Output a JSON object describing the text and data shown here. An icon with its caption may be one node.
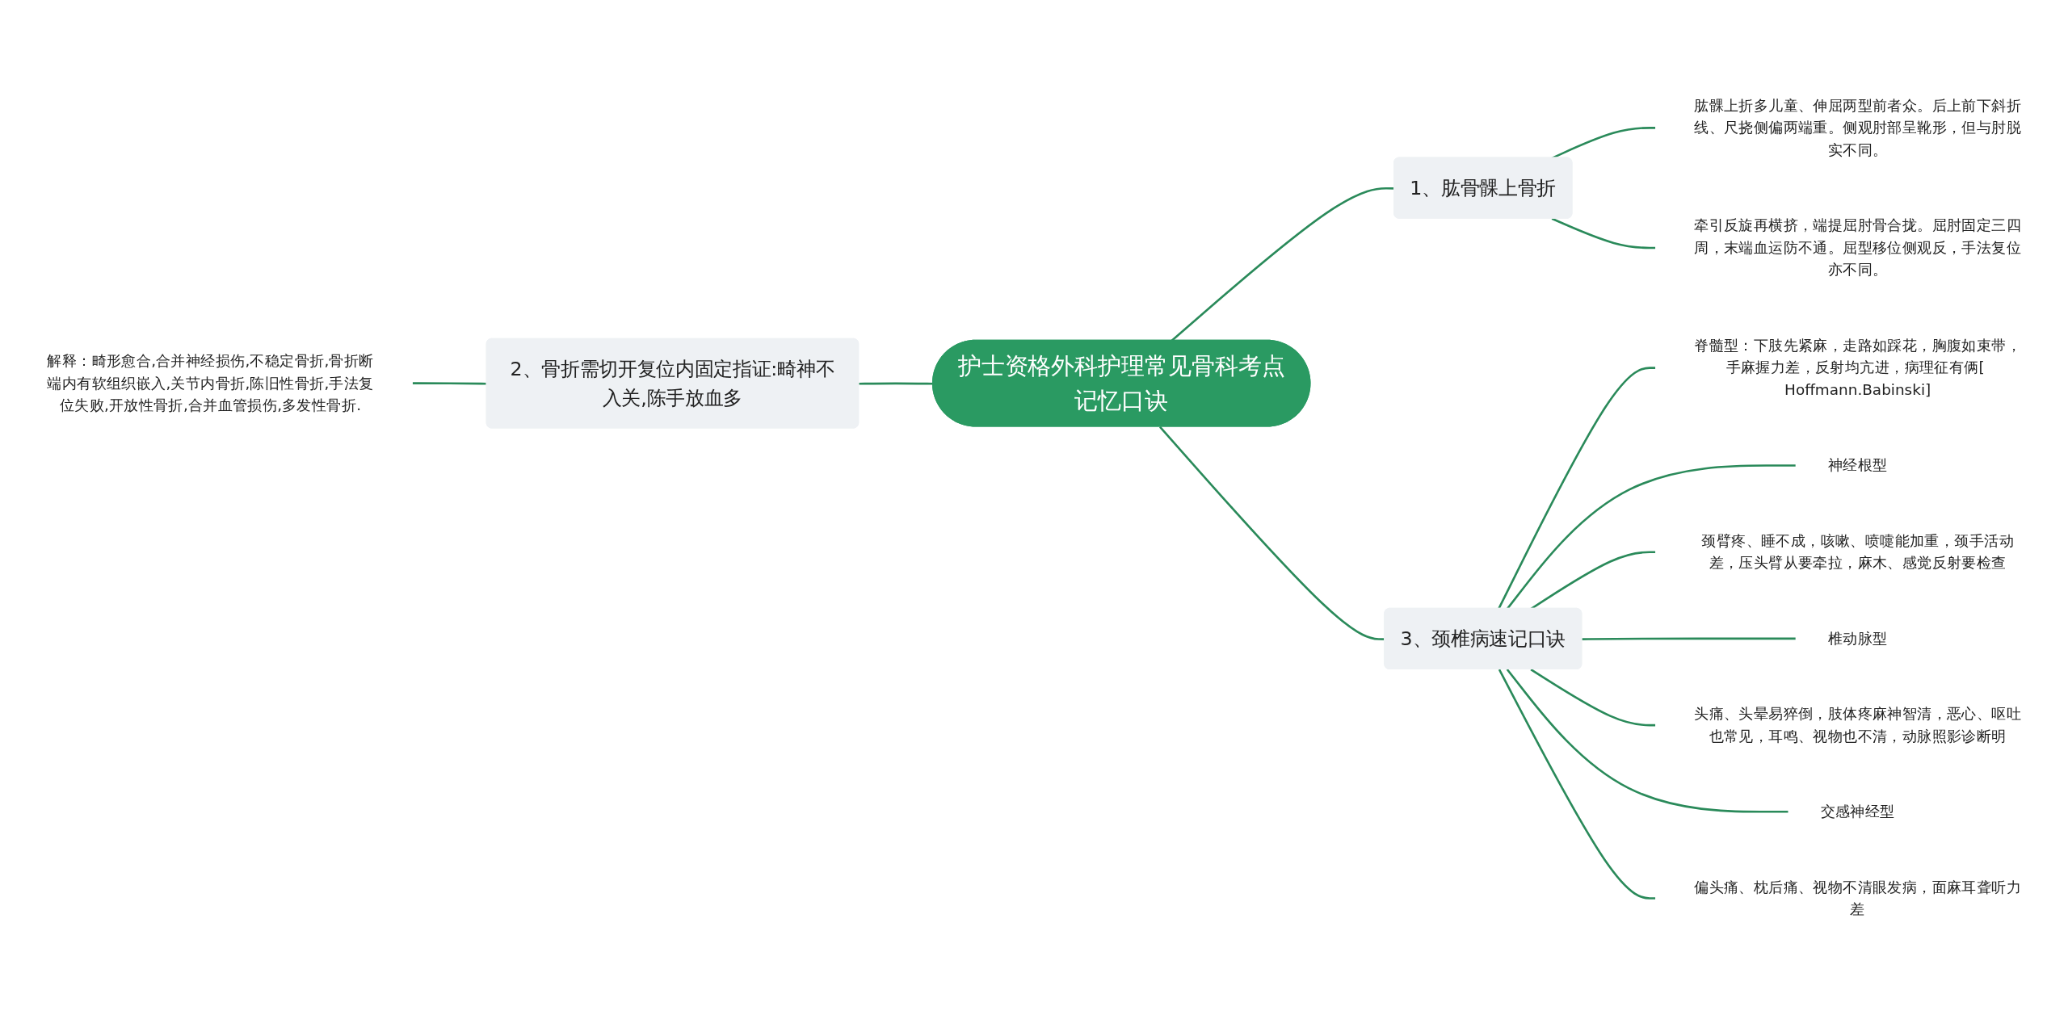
{
  "diagram": {
    "nodes": [
      {
        "text": [
          "护士资格外科护理常见骨科考点记忆口诀"
        ]
      },
      {
        "text": [
          "1、肱骨髁上骨折"
        ]
      },
      {
        "text": [
          "肱髁上折多儿童、伸屈两型前者众。后上前下斜折线、尺挠侧偏两端重。侧观肘部呈靴形，但与肘脱实不同。"
        ]
      },
      {
        "text": [
          "牵引反旋再横挤，端提屈肘骨合拢。屈肘固定三四周，末端血运防不通。屈型移位侧观反，手法复位亦不同。"
        ]
      },
      {
        "text": [
          "2、骨折需切开复位内固定指证:畸神不入关,陈手放血多"
        ]
      },
      {
        "text": [
          "解释：畸形愈合,合并神经损伤,不稳定骨折,骨折断端内有软组织嵌入,关节内骨折,陈旧性骨折,手法复位失败,开放性骨折,合并血管损伤,多发性骨折."
        ]
      },
      {
        "text": [
          "3、颈椎病速记口诀"
        ]
      },
      {
        "text": [
          "脊髓型：下肢先紧麻，走路如踩花，胸腹如束带，手麻握力差，反射均亢进，病理征有俩[ Hoffmann.Babinski]"
        ]
      },
      {
        "text": [
          "神经根型"
        ]
      },
      {
        "text": [
          "颈臂疼、睡不成，咳嗽、喷嚏能加重，颈手活动差，压头臂从要牵拉，麻木、感觉反射要检查"
        ]
      },
      {
        "text": [
          "椎动脉型"
        ]
      },
      {
        "text": [
          "头痛、头晕易猝倒，肢体疼麻神智清，恶心、呕吐也常见，耳鸣、视物也不清，动脉照影诊断明"
        ]
      },
      {
        "text": [
          "交感神经型"
        ]
      },
      {
        "text": [
          "偏头痛、枕后痛、视物不清眼发病，面麻耳聋听力差"
        ]
      }
    ],
    "edges": [
      {
        "from": 5,
        "to": 4,
        "arrow": "none"
      },
      {
        "from": 4,
        "to": 0,
        "arrow": "none"
      },
      {
        "from": 0,
        "to": 1,
        "arrow": "none"
      },
      {
        "from": 1,
        "to": 2,
        "arrow": "none"
      },
      {
        "from": 1,
        "to": 3,
        "arrow": "none"
      },
      {
        "from": 0,
        "to": 6,
        "arrow": "none"
      },
      {
        "from": 6,
        "to": 7,
        "arrow": "none"
      },
      {
        "from": 6,
        "to": 8,
        "arrow": "none"
      },
      {
        "from": 6,
        "to": 9,
        "arrow": "none"
      },
      {
        "from": 6,
        "to": 10,
        "arrow": "none"
      },
      {
        "from": 6,
        "to": 11,
        "arrow": "none"
      },
      {
        "from": 6,
        "to": 12,
        "arrow": "none"
      },
      {
        "from": 6,
        "to": 13,
        "arrow": "none"
      }
    ]
  }
}
